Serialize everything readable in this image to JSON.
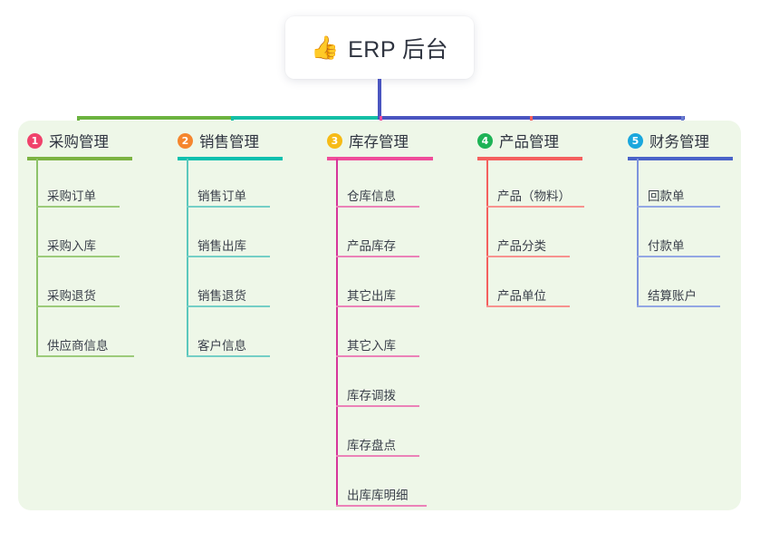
{
  "root": {
    "icon": "thumbs-up-icon",
    "emoji": "👍",
    "title": "ERP 后台"
  },
  "palette": {
    "page_background": "#ffffff",
    "panel_background": "#eef7e8",
    "trunk": "#4a55c0",
    "text": "#2f3440"
  },
  "connectors": {
    "bar_segments": [
      {
        "name": "segment-green",
        "color": "#6cb33f"
      },
      {
        "name": "segment-teal",
        "color": "#14bfa6"
      },
      {
        "name": "segment-blue",
        "color": "#4a55c0"
      }
    ],
    "drops": [
      {
        "name": "drop-purchase",
        "color": "#6cb33f"
      },
      {
        "name": "drop-sales",
        "color": "#14bfa6"
      },
      {
        "name": "drop-inventory",
        "color": "#ef4d9a"
      },
      {
        "name": "drop-product",
        "color": "#f4605e"
      },
      {
        "name": "drop-finance",
        "color": "#6b7fd0"
      }
    ]
  },
  "columns": [
    {
      "number": "1",
      "title": "采购管理",
      "badge_color": "#f0426b",
      "rule_color": "#7cb342",
      "stem_color": "#8dc36a",
      "item_rule_color": "#9ccb7a",
      "items": [
        {
          "label": "采购订单"
        },
        {
          "label": "采购入库"
        },
        {
          "label": "采购退货"
        },
        {
          "label": "供应商信息"
        }
      ]
    },
    {
      "number": "2",
      "title": "销售管理",
      "badge_color": "#f5862e",
      "rule_color": "#0cc0ae",
      "stem_color": "#5bc8bd",
      "item_rule_color": "#74cfc6",
      "items": [
        {
          "label": "销售订单"
        },
        {
          "label": "销售出库"
        },
        {
          "label": "销售退货"
        },
        {
          "label": "客户信息"
        }
      ]
    },
    {
      "number": "3",
      "title": "库存管理",
      "badge_color": "#f6bb16",
      "rule_color": "#ef4d9a",
      "stem_color": "#d6359a",
      "item_rule_color": "#eb82b8",
      "items": [
        {
          "label": "仓库信息"
        },
        {
          "label": "产品库存"
        },
        {
          "label": "其它出库"
        },
        {
          "label": "其它入库"
        },
        {
          "label": "库存调拨"
        },
        {
          "label": "库存盘点"
        },
        {
          "label": "出库库明细"
        }
      ]
    },
    {
      "number": "4",
      "title": "产品管理",
      "badge_color": "#1eb356",
      "rule_color": "#f4605e",
      "stem_color": "#f4605e",
      "item_rule_color": "#f7928f",
      "items": [
        {
          "label": "产品（物料）"
        },
        {
          "label": "产品分类"
        },
        {
          "label": "产品单位"
        }
      ]
    },
    {
      "number": "5",
      "title": "财务管理",
      "badge_color": "#1aa7dd",
      "rule_color": "#4a63c8",
      "stem_color": "#7d93dd",
      "item_rule_color": "#93a7e4",
      "items": [
        {
          "label": "回款单"
        },
        {
          "label": "付款单"
        },
        {
          "label": "结算账户"
        }
      ]
    }
  ]
}
